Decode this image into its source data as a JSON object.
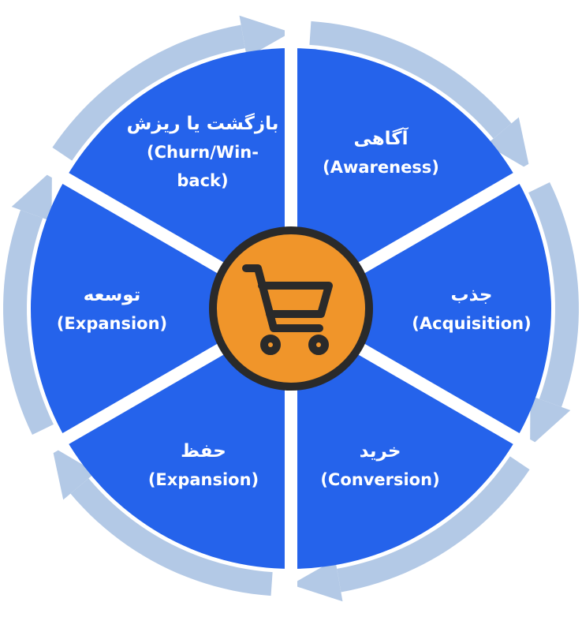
{
  "diagram": {
    "colors": {
      "segment": "#2563eb",
      "ring_arrow": "#b3c9e6",
      "divider": "#ffffff",
      "hub_fill": "#f0952a",
      "hub_stroke": "#2a2a2a",
      "cart_stroke": "#2a2a2a"
    },
    "center_icon": "shopping-cart-icon",
    "segments": [
      {
        "id": "awareness",
        "fa": "آگاهی",
        "en_lines": [
          "(Awareness)"
        ]
      },
      {
        "id": "acquisition",
        "fa": "جذب",
        "en_lines": [
          "(Acquisition)"
        ]
      },
      {
        "id": "conversion",
        "fa": "خرید",
        "en_lines": [
          "(Conversion)"
        ]
      },
      {
        "id": "retention",
        "fa": "حفظ",
        "en_lines": [
          "(Expansion)"
        ]
      },
      {
        "id": "expansion",
        "fa": "توسعه",
        "en_lines": [
          "(Expansion)"
        ]
      },
      {
        "id": "churn",
        "fa": "بازگشت یا ریزش",
        "en_lines": [
          "(Churn/Win-",
          "back)"
        ]
      }
    ]
  }
}
